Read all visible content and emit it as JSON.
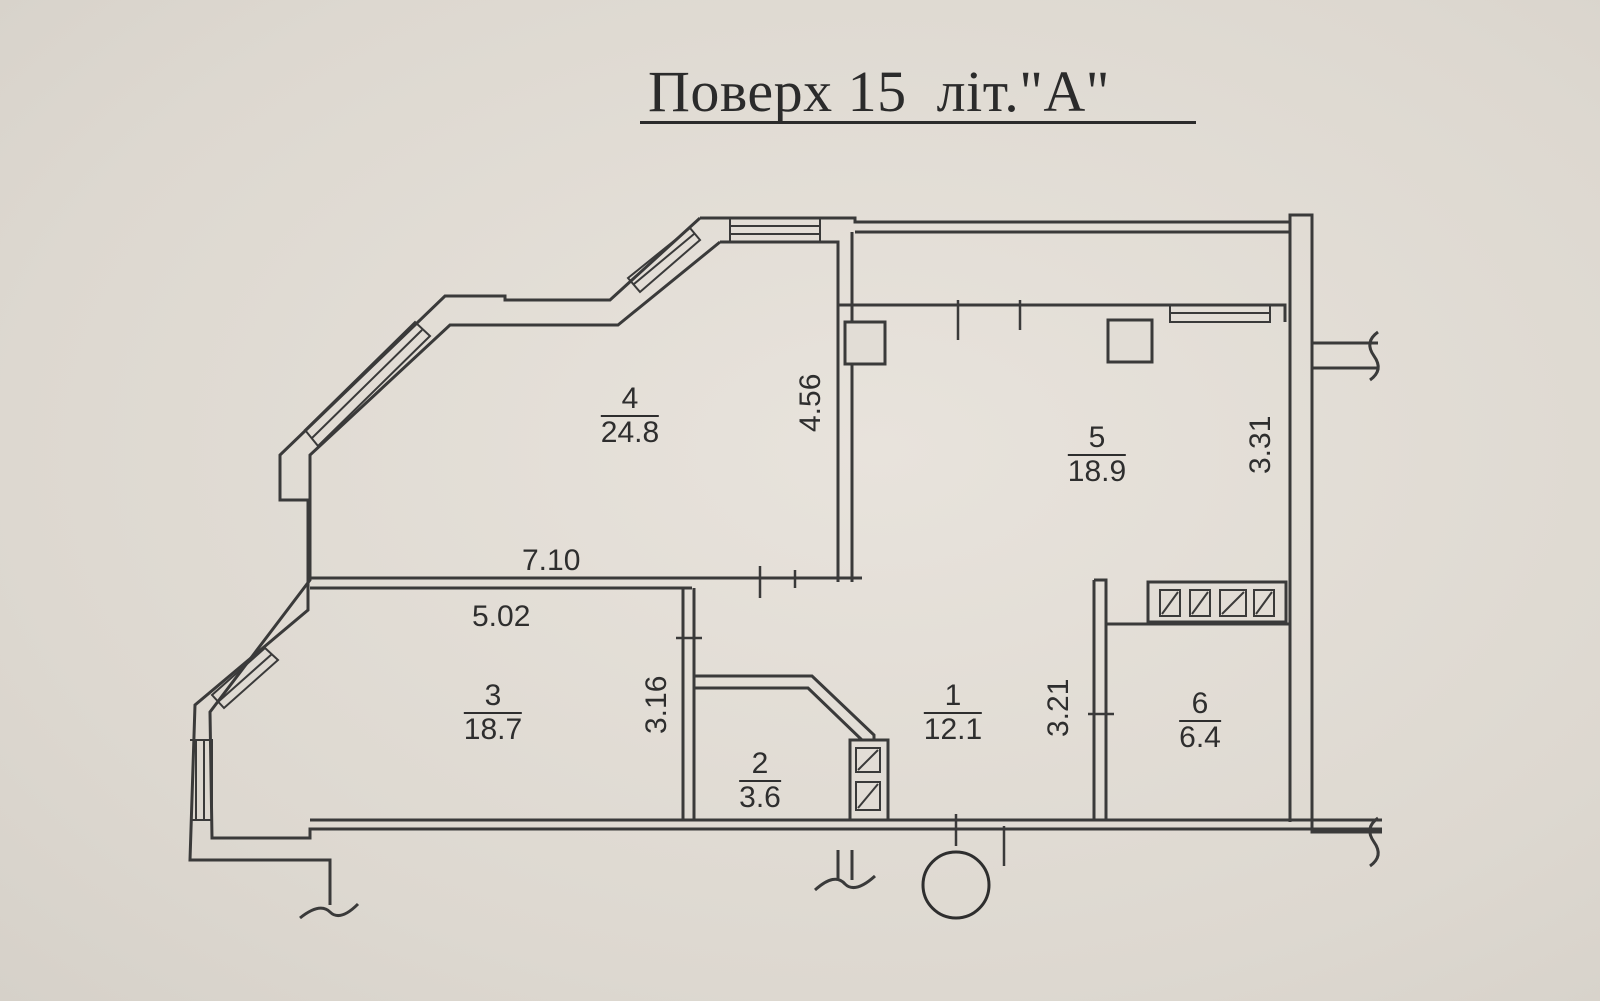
{
  "plan": {
    "title": "Поверх 15  літ.\"А\"",
    "rooms": [
      {
        "number": "1",
        "area": "12.1"
      },
      {
        "number": "2",
        "area": "3.6"
      },
      {
        "number": "3",
        "area": "18.7"
      },
      {
        "number": "4",
        "area": "24.8"
      },
      {
        "number": "5",
        "area": "18.9"
      },
      {
        "number": "6",
        "area": "6.4"
      }
    ],
    "dimensions": [
      "7.10",
      "5.02",
      "4.56",
      "3.31",
      "3.16",
      "3.21"
    ]
  },
  "colors": {
    "paper": "#e2ddd6",
    "ink": "#2e2e2e",
    "wall": "#3a3a3a"
  }
}
